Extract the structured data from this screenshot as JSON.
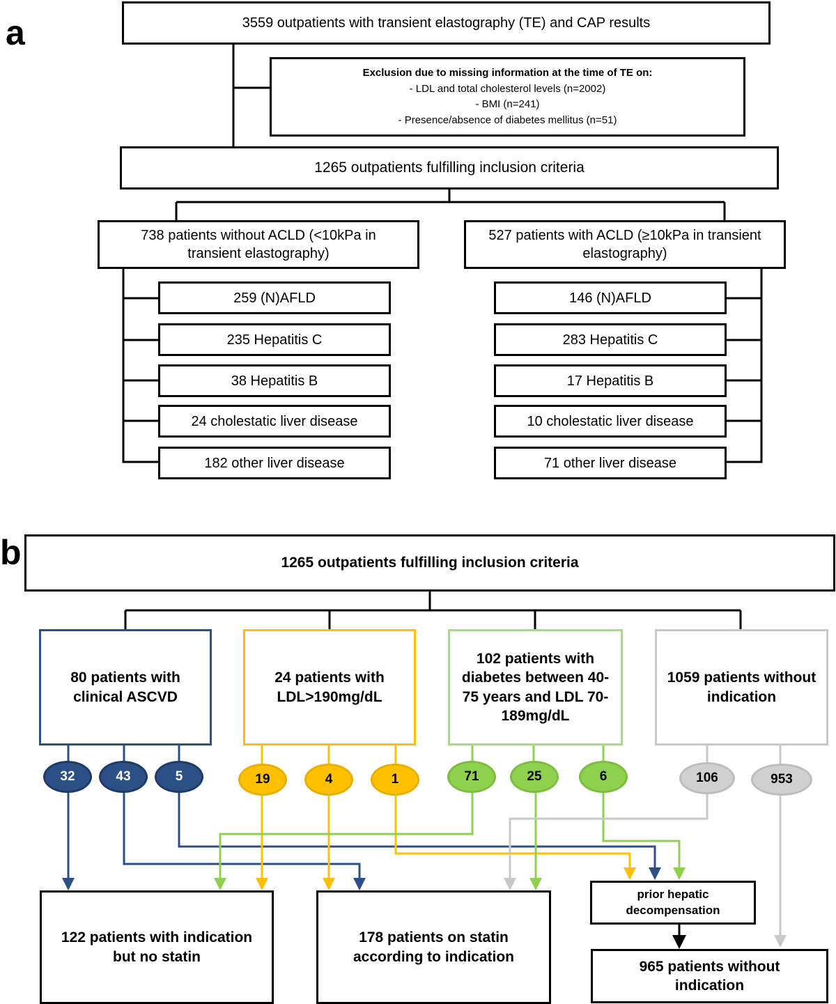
{
  "panel_a": {
    "label": "a",
    "top_box": "3559 outpatients with transient elastography (TE) and CAP results",
    "exclusion": {
      "heading": "Exclusion due to missing information at the time of TE on:",
      "items": [
        "-       LDL and total cholesterol levels (n=2002)",
        "-       BMI (n=241)",
        "-       Presence/absence of diabetes mellitus (n=51)"
      ]
    },
    "included": "1265 outpatients fulfilling inclusion criteria",
    "without_acld": {
      "title": "738 patients without ACLD (<10kPa in transient elastography)",
      "items": [
        "259 (N)AFLD",
        "235 Hepatitis C",
        "38 Hepatitis B",
        "24 cholestatic liver disease",
        "182 other liver disease"
      ]
    },
    "with_acld": {
      "title": "527 patients with ACLD (≥10kPa in transient elastography)",
      "items": [
        "146 (N)AFLD",
        "283 Hepatitis C",
        "17 Hepatitis B",
        "10 cholestatic liver disease",
        "71 other liver disease"
      ]
    }
  },
  "panel_b": {
    "label": "b",
    "top_box": "1265 outpatients fulfilling inclusion criteria",
    "groups": [
      {
        "title": "80 patients with clinical ASCVD",
        "color": "#2c4f86",
        "counts": [
          "32",
          "43",
          "5"
        ]
      },
      {
        "title": "24 patients with LDL>190mg/dL",
        "color": "#ffc000",
        "counts": [
          "19",
          "4",
          "1"
        ]
      },
      {
        "title": "102 patients with diabetes between 40-75 years and LDL 70-189mg/dL",
        "color": "#8fd14f",
        "counts": [
          "71",
          "25",
          "6"
        ]
      },
      {
        "title": "1059 patients without indication",
        "color": "#c8c8c8",
        "counts": [
          "106",
          "953"
        ]
      }
    ],
    "outcomes": {
      "no_statin": "122 patients with indication but no statin",
      "on_statin": "178 patients on statin according to indication",
      "prior_decomp": "prior hepatic decompensation",
      "without_indication": "965 patients without indication"
    }
  }
}
